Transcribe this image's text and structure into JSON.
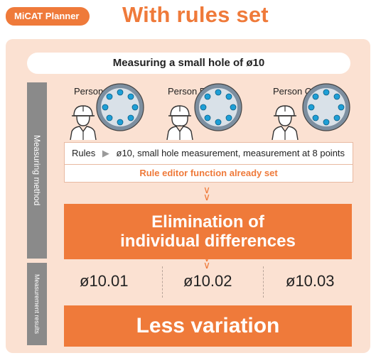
{
  "header": {
    "badge": "MiCAT Planner",
    "title": "With rules set"
  },
  "top_bar": "Measuring a small hole of ø10",
  "side_labels": {
    "method": "Measuring method",
    "results": "Measurement results"
  },
  "persons": [
    {
      "label": "Person A"
    },
    {
      "label": "Person B"
    },
    {
      "label": "Person C"
    }
  ],
  "rules": {
    "label": "Rules",
    "text": "ø10, small hole measurement, measurement at 8 points"
  },
  "editor_status": "Rule editor function already set",
  "elimination": {
    "line1": "Elimination of",
    "line2": "individual differences"
  },
  "measurements": [
    "ø10.01",
    "ø10.02",
    "ø10.03"
  ],
  "result": "Less variation",
  "colors": {
    "accent": "#ef7a3a",
    "panel": "#fbe1d2",
    "side_label": "#8a8a8a",
    "hole_blue": "#1e9fd6"
  },
  "icons": [
    "worker-icon",
    "hole-plate-icon",
    "triangle-arrow-icon",
    "double-chevron-down-icon"
  ]
}
